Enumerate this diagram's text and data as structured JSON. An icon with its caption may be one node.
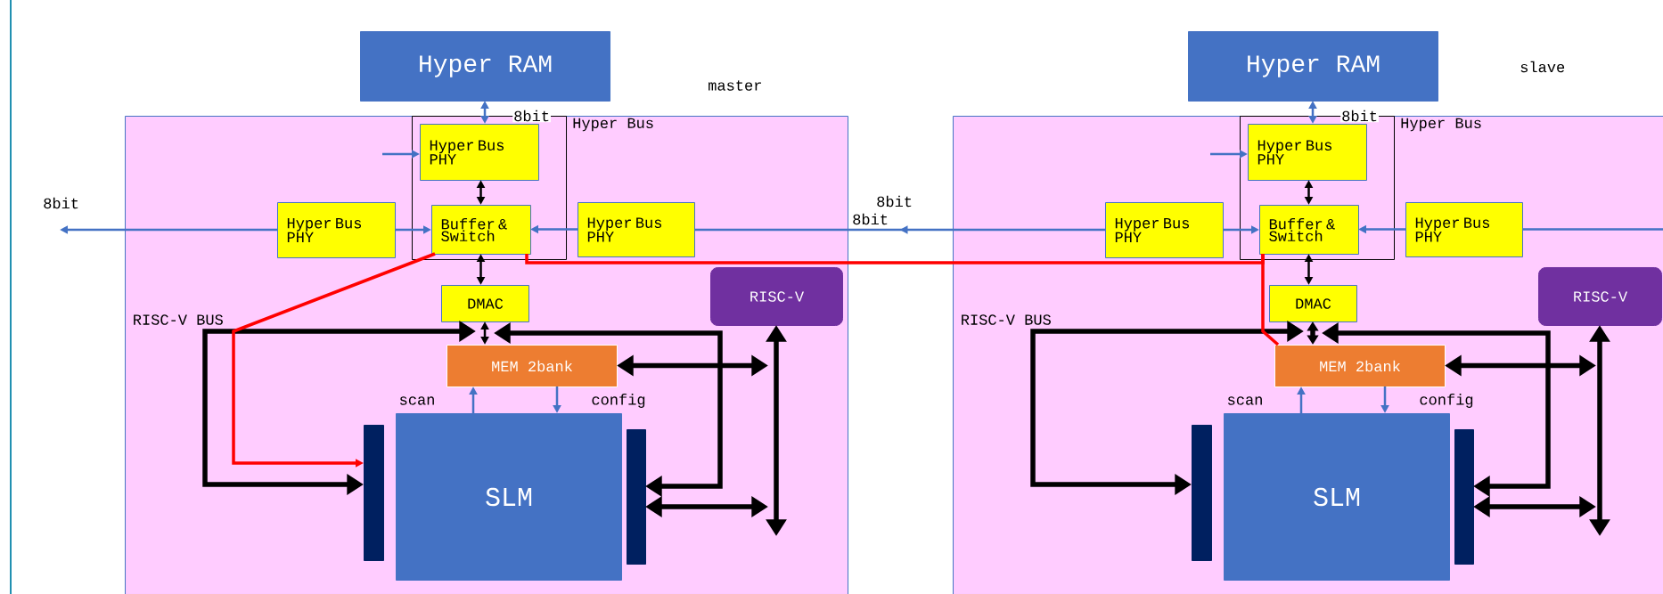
{
  "diagram": {
    "nodes": [
      {
        "text": [
          "Hyper RAM"
        ]
      },
      {
        "text": [],
        "shape": "box"
      },
      {
        "text": [
          "Hyper Bus"
        ],
        "in": 1
      },
      {
        "text": [
          "Hyper Bus PHY"
        ],
        "in": 2
      },
      {
        "text": [
          "Buffer & Switch"
        ],
        "in": 2
      },
      {
        "text": [
          "Hyper Bus PHY"
        ],
        "in": 1
      },
      {
        "text": [
          "Hyper Bus PHY"
        ],
        "in": 1
      },
      {
        "text": [
          "DMAC"
        ],
        "in": 1
      },
      {
        "text": [
          "RISC-V"
        ],
        "in": 1
      },
      {
        "text": [
          "MEM 2bank"
        ],
        "in": 1
      },
      {
        "text": [
          "SLM"
        ],
        "in": 1
      },
      {
        "text": [],
        "shape": "bar",
        "in": 1
      },
      {
        "text": [],
        "shape": "bar",
        "in": 1
      },
      {
        "text": [
          "Hyper RAM"
        ]
      },
      {
        "text": [],
        "shape": "box"
      },
      {
        "text": [
          "Hyper Bus"
        ],
        "in": 14
      },
      {
        "text": [
          "Hyper Bus PHY"
        ],
        "in": 15
      },
      {
        "text": [
          "Buffer & Switch"
        ],
        "in": 15
      },
      {
        "text": [
          "Hyper Bus PHY"
        ],
        "in": 14
      },
      {
        "text": [
          "Hyper Bus PHY"
        ],
        "in": 14
      },
      {
        "text": [
          "DMAC"
        ],
        "in": 14
      },
      {
        "text": [
          "RISC-V"
        ],
        "in": 14
      },
      {
        "text": [
          "MEM 2bank"
        ],
        "in": 14
      },
      {
        "text": [
          "SLM"
        ],
        "in": 14
      },
      {
        "text": [],
        "shape": "bar",
        "in": 14
      },
      {
        "text": [],
        "shape": "bar",
        "in": 14
      }
    ],
    "edges": [
      {
        "from": 0,
        "to": 3,
        "arrow": "both",
        "color": "#4472c4",
        "label": "8bit"
      },
      {
        "from": null,
        "to": 3,
        "arrow": "to",
        "color": "#4472c4"
      },
      {
        "from": 3,
        "to": 4,
        "arrow": "both",
        "color": "#000000"
      },
      {
        "from": 5,
        "to": 4,
        "arrow": "to",
        "color": "#4472c4"
      },
      {
        "from": 6,
        "to": 4,
        "arrow": "to",
        "color": "#4472c4"
      },
      {
        "from": 5,
        "to": null,
        "arrow": "to",
        "color": "#4472c4",
        "label": "8bit"
      },
      {
        "from": 4,
        "to": 7,
        "arrow": "both",
        "color": "#000000"
      },
      {
        "from": 7,
        "to": 9,
        "arrow": "both",
        "color": "#000000"
      },
      {
        "from": 7,
        "to": 11,
        "arrow": "both",
        "style": "thick",
        "color": "#000000"
      },
      {
        "from": 7,
        "to": 12,
        "arrow": "both",
        "style": "thick",
        "color": "#000000"
      },
      {
        "from": 9,
        "to": null,
        "arrow": "both",
        "style": "thick",
        "color": "#000000"
      },
      {
        "from": 12,
        "to": null,
        "arrow": "both",
        "style": "thick",
        "color": "#000000"
      },
      {
        "from": 8,
        "to": null,
        "arrow": "both",
        "style": "thick",
        "color": "#000000"
      },
      {
        "from": 10,
        "to": 9,
        "arrow": "to",
        "color": "#4472c4"
      },
      {
        "from": 9,
        "to": 10,
        "arrow": "to",
        "color": "#4472c4"
      },
      {
        "from": 13,
        "to": 16,
        "arrow": "both",
        "color": "#4472c4",
        "label": "8bit"
      },
      {
        "from": null,
        "to": 16,
        "arrow": "to",
        "color": "#4472c4"
      },
      {
        "from": 16,
        "to": 17,
        "arrow": "both",
        "color": "#000000"
      },
      {
        "from": 18,
        "to": 17,
        "arrow": "to",
        "color": "#4472c4"
      },
      {
        "from": 19,
        "to": 17,
        "arrow": "to",
        "color": "#4472c4"
      },
      {
        "from": 18,
        "to": 6,
        "arrow": "to",
        "color": "#4472c4",
        "label": "8bit"
      },
      {
        "from": 19,
        "to": null,
        "arrow": "none",
        "color": "#4472c4"
      },
      {
        "from": 17,
        "to": 20,
        "arrow": "both",
        "color": "#000000"
      },
      {
        "from": 20,
        "to": 22,
        "arrow": "both",
        "style": "thick",
        "color": "#000000"
      },
      {
        "from": 20,
        "to": 24,
        "arrow": "both",
        "style": "thick",
        "color": "#000000"
      },
      {
        "from": 20,
        "to": 25,
        "arrow": "both",
        "style": "thick",
        "color": "#000000"
      },
      {
        "from": 22,
        "to": null,
        "arrow": "both",
        "style": "thick",
        "color": "#000000"
      },
      {
        "from": 25,
        "to": null,
        "arrow": "both",
        "style": "thick",
        "color": "#000000"
      },
      {
        "from": 21,
        "to": null,
        "arrow": "both",
        "style": "thick",
        "color": "#000000"
      },
      {
        "from": 23,
        "to": 22,
        "arrow": "to",
        "color": "#4472c4"
      },
      {
        "from": 22,
        "to": 23,
        "arrow": "to",
        "color": "#4472c4"
      },
      {
        "from": 22,
        "to": 17,
        "arrow": "none",
        "color": "#ff0000"
      },
      {
        "from": 17,
        "to": 4,
        "arrow": "none",
        "color": "#ff0000"
      },
      {
        "from": 4,
        "to": 11,
        "arrow": "to",
        "color": "#ff0000"
      }
    ],
    "labels": [
      "master",
      "slave",
      "8bit",
      "RISC-V BUS",
      "scan",
      "config",
      "RISC-V BUS",
      "scan",
      "config"
    ]
  }
}
